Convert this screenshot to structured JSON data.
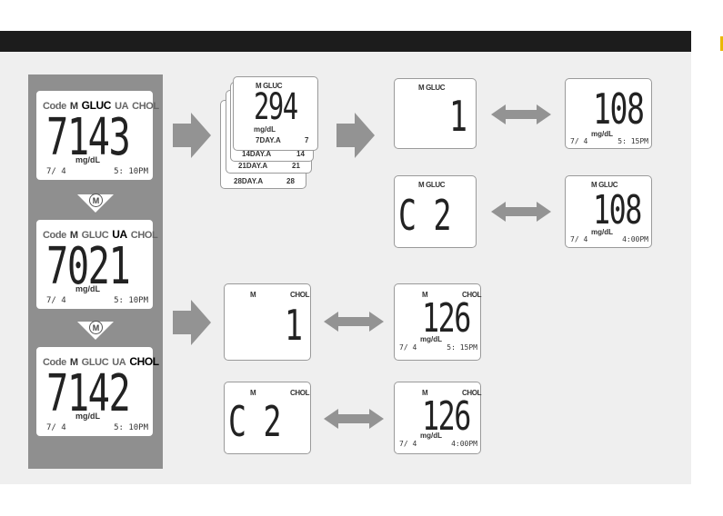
{
  "header": {
    "bar_color": "#1c1c1c",
    "accent_tick": "#e9b800"
  },
  "memory_cycle": {
    "screens": [
      {
        "labels": [
          "Code",
          "M",
          "GLUC",
          "UA",
          "CHOL"
        ],
        "active": "GLUC",
        "value": "7143",
        "unit": "mg/dL",
        "date": "7/ 4",
        "time": "5: 10PM"
      },
      {
        "labels": [
          "Code",
          "M",
          "GLUC",
          "UA",
          "CHOL"
        ],
        "active": "UA",
        "value": "7021",
        "unit": "mg/dL",
        "date": "7/ 4",
        "time": "5: 10PM"
      },
      {
        "labels": [
          "Code",
          "M",
          "GLUC",
          "UA",
          "CHOL"
        ],
        "active": "CHOL",
        "value": "7142",
        "unit": "mg/dL",
        "date": "7/ 4",
        "time": "5: 10PM"
      }
    ],
    "button": "M",
    "button_icon": "m-button-icon"
  },
  "gluc_stack": {
    "header": "M GLUC",
    "value": "294",
    "unit": "mg/dL",
    "rows": [
      {
        "label": "7DAY.A",
        "num": "7"
      },
      {
        "label": "14DAY.A",
        "num": "14"
      },
      {
        "label": "21DAY.A",
        "num": "21"
      },
      {
        "label": "28DAY.A",
        "num": "28"
      }
    ]
  },
  "gluc_memory": [
    {
      "header": "M GLUC",
      "index": "1",
      "result": "108",
      "unit": "mg/dL",
      "date": "7/ 4",
      "time": "5: 15PM"
    },
    {
      "header": "M GLUC",
      "index": "C    2",
      "result": "108",
      "unit": "mg/dL",
      "date": "7/ 4",
      "time": "4:00PM"
    }
  ],
  "chol_memory": [
    {
      "hdr_m": "M",
      "hdr_t": "CHOL",
      "index": "1",
      "result": "126",
      "unit": "mg/dL",
      "date": "7/ 4",
      "time": "5: 15PM"
    },
    {
      "hdr_m": "M",
      "hdr_t": "CHOL",
      "index": "C    2",
      "result": "126",
      "unit": "mg/dL",
      "date": "7/ 4",
      "time": "4:00PM"
    }
  ]
}
